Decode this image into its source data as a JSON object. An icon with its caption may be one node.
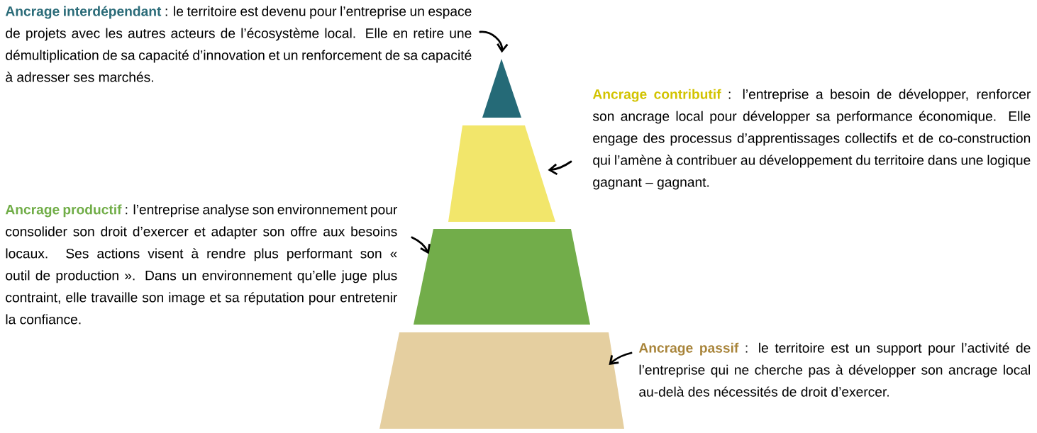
{
  "diagram": {
    "nodes": [
      {
        "text": [
          "Ancrage interdépendant",
          ": le territoire est devenu pour l’entreprise un espace de projets avec les autres acteurs de l’écosystème local. Elle en retire une démultiplication de sa capacité d’innovation et un renforcement de sa capacité à adresser ses marchés."
        ]
      },
      {
        "text": [],
        "shape": "triangle"
      },
      {
        "text": [
          "Ancrage contributif",
          ": l’entreprise a besoin de développer, renforcer son ancrage local pour développer sa performance économique. Elle engage des processus d’apprentissages collectifs et de co-construction qui l’amène à contribuer au développement du territoire dans une logique gagnant – gagnant."
        ]
      },
      {
        "text": [],
        "shape": "trapezoid"
      },
      {
        "text": [
          "Ancrage productif",
          ": l’entreprise analyse son environnement pour consolider son droit d’exercer et adapter son offre aux besoins locaux. Ses actions visent à rendre plus performant son « outil de production ». Dans un environnement qu’elle juge plus contraint, elle travaille son image et sa réputation pour entretenir la confiance."
        ]
      },
      {
        "text": [],
        "shape": "trapezoid"
      },
      {
        "text": [
          "Ancrage passif",
          ": le territoire est un support pour l’activité de l’entreprise qui ne cherche pas à développer son ancrage local au-delà des nécessités de droit d’exercer."
        ]
      },
      {
        "text": [],
        "shape": "trapezoid"
      }
    ],
    "edges": [
      {
        "from": 0,
        "to": 1,
        "arrow": "to"
      },
      {
        "from": 2,
        "to": 3,
        "arrow": "to"
      },
      {
        "from": 4,
        "to": 5,
        "arrow": "to"
      },
      {
        "from": 6,
        "to": 7,
        "arrow": "to"
      }
    ]
  }
}
